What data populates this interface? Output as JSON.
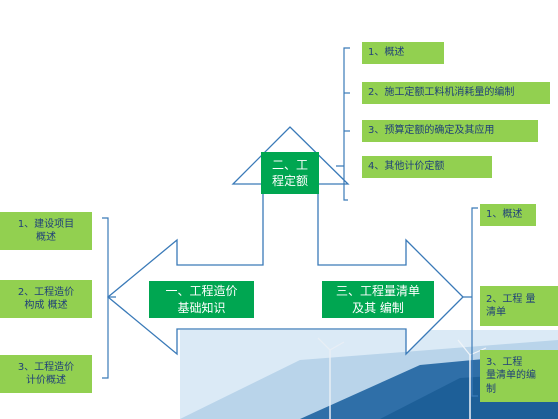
{
  "colors": {
    "outline": "#3a7ab8",
    "box_light": "#92d050",
    "box_dark": "#00a651",
    "label_text": "#1f3f7a",
    "photo_sky": "#cfe3f2",
    "photo_panel": "#1d5f98"
  },
  "center": {
    "left_label": "一、工程造价\n基础知识",
    "right_label": "三、工程量清单\n及其 编制",
    "top_label": "二、工\n程定额"
  },
  "left_items": [
    "1、建设项目\n概述",
    "2、工程造价\n构成 概述",
    "3、工程造价\n计价概述"
  ],
  "top_items": [
    "1、概述",
    "2、施工定额工料机消耗量的编制",
    "3、预算定额的确定及其应用",
    "4、其他计价定额"
  ],
  "right_items": [
    "1、概述",
    "2、工程 量\n清单",
    "3、工程\n量清单的编\n制"
  ]
}
